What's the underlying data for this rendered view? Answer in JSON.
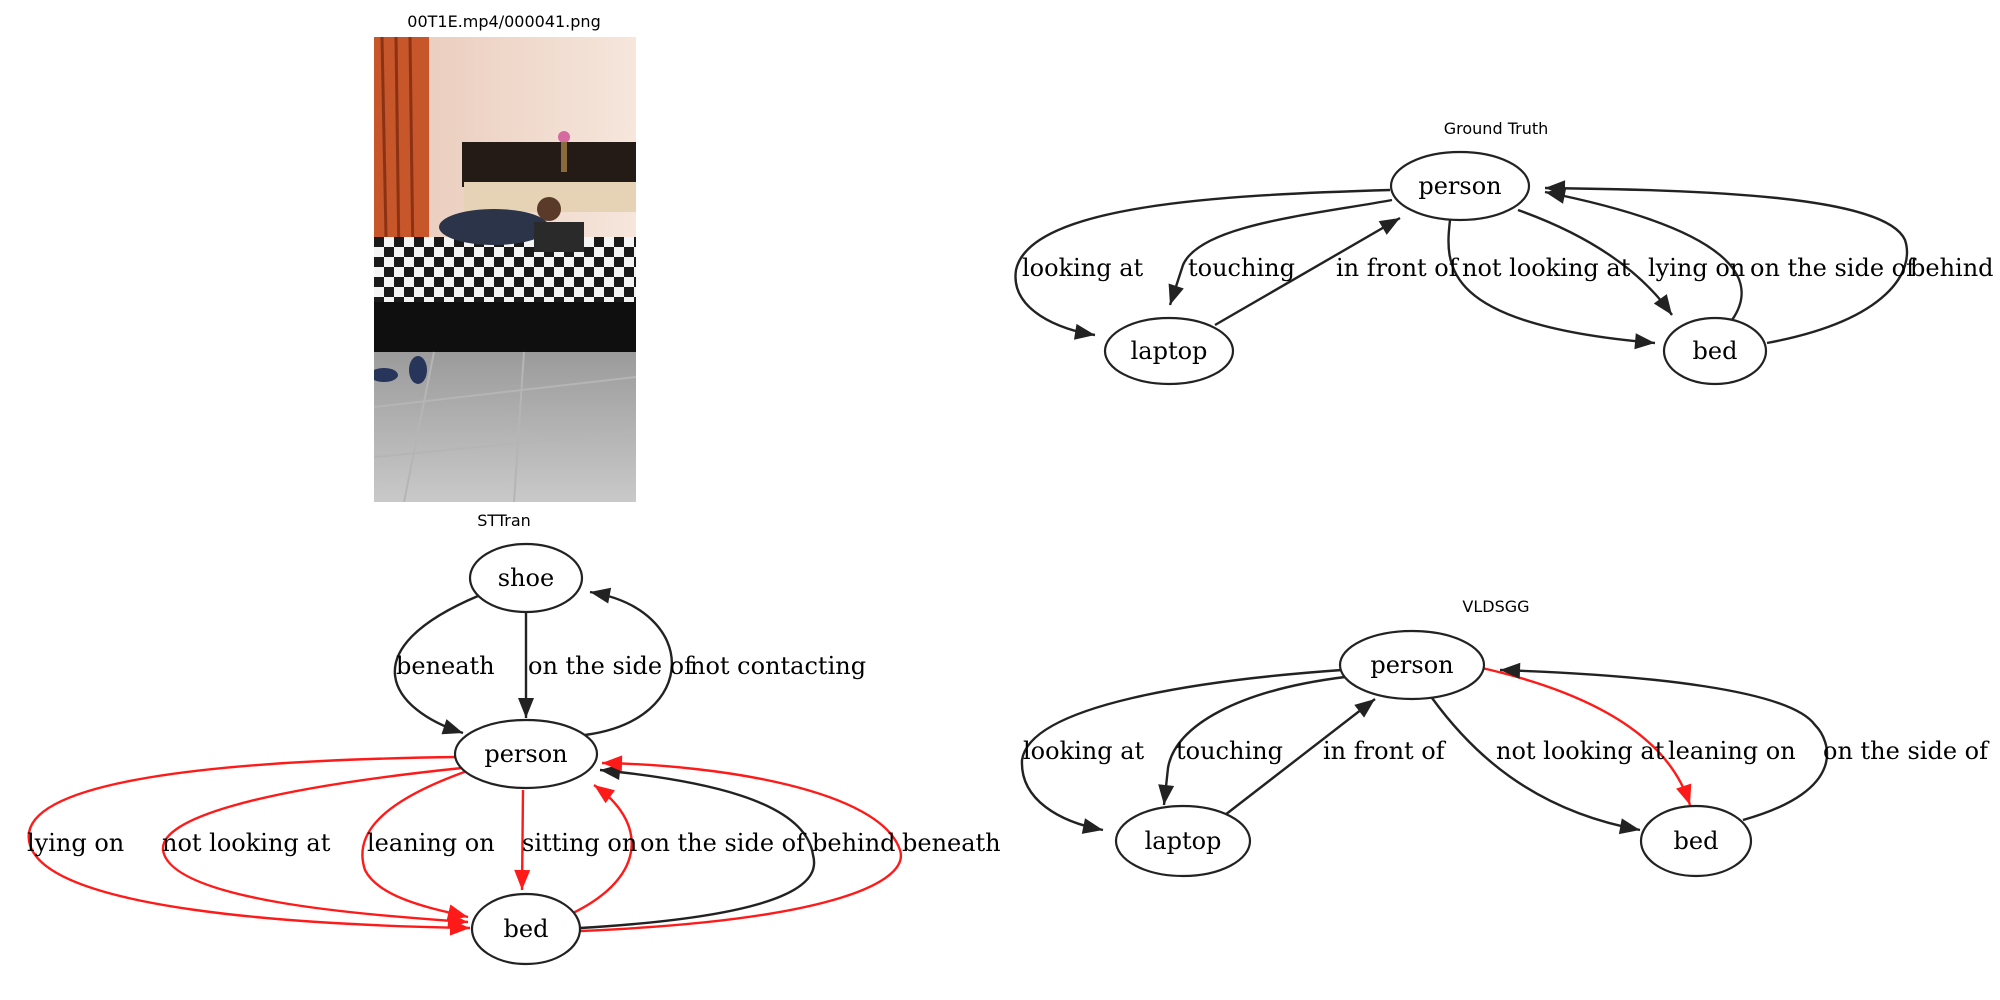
{
  "image_panel": {
    "title": "00T1E.mp4/000041.png"
  },
  "colors": {
    "correct_edge": "#222222",
    "error_edge": "#ff1a1a"
  },
  "graphs": {
    "ground_truth": {
      "title": "Ground Truth",
      "nodes": {
        "person": "person",
        "laptop": "laptop",
        "bed": "bed"
      },
      "edges": [
        {
          "from": "person",
          "to": "laptop",
          "label": "looking at",
          "status": "correct"
        },
        {
          "from": "person",
          "to": "laptop",
          "label": "touching",
          "status": "correct"
        },
        {
          "from": "laptop",
          "to": "person",
          "label": "in front of",
          "status": "correct"
        },
        {
          "from": "person",
          "to": "bed",
          "label": "not looking at",
          "status": "correct"
        },
        {
          "from": "person",
          "to": "bed",
          "label": "lying on",
          "status": "correct"
        },
        {
          "from": "bed",
          "to": "person",
          "label": "on the side of",
          "status": "correct"
        },
        {
          "from": "bed",
          "to": "person",
          "label": "behind",
          "status": "correct"
        }
      ]
    },
    "sttran": {
      "title": "STTran",
      "nodes": {
        "shoe": "shoe",
        "person": "person",
        "bed": "bed"
      },
      "edges": [
        {
          "from": "shoe",
          "to": "person",
          "label": "beneath",
          "status": "correct"
        },
        {
          "from": "shoe",
          "to": "person",
          "label": "on the side of",
          "status": "correct"
        },
        {
          "from": "person",
          "to": "shoe",
          "label": "not contacting",
          "status": "correct"
        },
        {
          "from": "person",
          "to": "bed",
          "label": "lying on",
          "status": "error"
        },
        {
          "from": "person",
          "to": "bed",
          "label": "not looking at",
          "status": "error"
        },
        {
          "from": "person",
          "to": "bed",
          "label": "leaning on",
          "status": "error"
        },
        {
          "from": "person",
          "to": "bed",
          "label": "sitting on",
          "status": "error"
        },
        {
          "from": "bed",
          "to": "person",
          "label": "on the side of",
          "status": "error"
        },
        {
          "from": "bed",
          "to": "person",
          "label": "behind",
          "status": "correct"
        },
        {
          "from": "bed",
          "to": "person",
          "label": "beneath",
          "status": "error"
        }
      ]
    },
    "vldsgg": {
      "title": "VLDSGG",
      "nodes": {
        "person": "person",
        "laptop": "laptop",
        "bed": "bed"
      },
      "edges": [
        {
          "from": "person",
          "to": "laptop",
          "label": "looking at",
          "status": "correct"
        },
        {
          "from": "person",
          "to": "laptop",
          "label": "touching",
          "status": "correct"
        },
        {
          "from": "laptop",
          "to": "person",
          "label": "in front of",
          "status": "correct"
        },
        {
          "from": "person",
          "to": "bed",
          "label": "not looking at",
          "status": "correct"
        },
        {
          "from": "person",
          "to": "bed",
          "label": "leaning on",
          "status": "error"
        },
        {
          "from": "bed",
          "to": "person",
          "label": "on the side of",
          "status": "correct"
        }
      ]
    }
  }
}
